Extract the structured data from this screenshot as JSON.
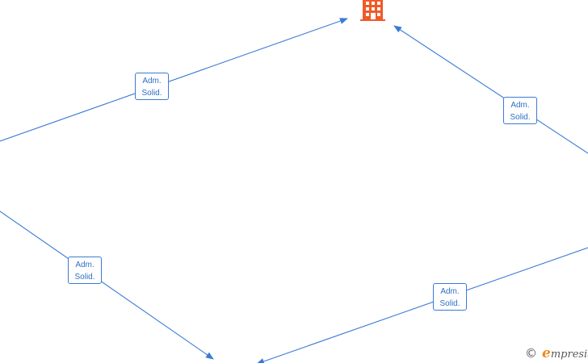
{
  "diagram": {
    "edge_labels": [
      {
        "line1": "Adm.",
        "line2": "Solid."
      },
      {
        "line1": "Adm.",
        "line2": "Solid."
      },
      {
        "line1": "Adm.",
        "line2": "Solid."
      },
      {
        "line1": "Adm.",
        "line2": "Solid."
      }
    ],
    "edge_color": "#3a7bd5",
    "node_icon": "building-icon",
    "node_color": "#f05a28"
  },
  "watermark": {
    "copyright_symbol": "©",
    "brand_initial": "e",
    "brand_rest": "mpresia",
    "brand_color": "#f08a1c"
  }
}
